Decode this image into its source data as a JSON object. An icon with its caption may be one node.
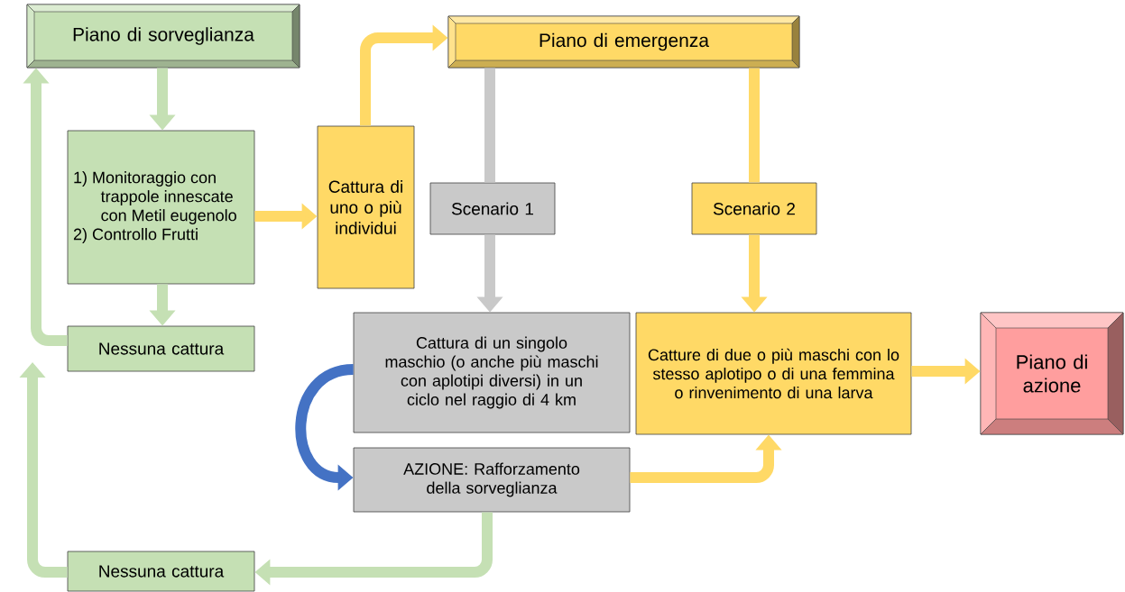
{
  "diagram": {
    "nodes": [
      {
        "text": [
          "Piano di sorveglianza"
        ]
      },
      {
        "text": [
          "1) Monitoraggio con trappole innescate con Metil eugenolo",
          "2) Controllo Frutti"
        ]
      },
      {
        "text": [
          "Cattura di uno o più individui"
        ]
      },
      {
        "text": [
          "Piano di emergenza"
        ]
      },
      {
        "text": [
          "Scenario 1"
        ]
      },
      {
        "text": [
          "Scenario 2"
        ]
      },
      {
        "text": [
          "Nessuna cattura"
        ]
      },
      {
        "text": [
          "Cattura di un singolo maschio (o anche più maschi con aplotipi diversi) in un ciclo nel raggio di 4 km"
        ]
      },
      {
        "text": [
          "Catture di due o più maschi con lo stesso aplotipo o di una femmina o rinvenimento di una larva"
        ]
      },
      {
        "text": [
          "Piano di azione"
        ]
      },
      {
        "text": [
          "AZIONE: Rafforzamento della sorveglianza"
        ]
      },
      {
        "text": [
          "Nessuna cattura"
        ]
      }
    ],
    "edges": [
      {
        "from": 0,
        "to": 1,
        "arrow": "to",
        "color": "#c5e0b4"
      },
      {
        "from": 1,
        "to": 6,
        "arrow": "to",
        "color": "#c5e0b4"
      },
      {
        "from": 6,
        "to": 0,
        "arrow": "to",
        "color": "#c5e0b4"
      },
      {
        "from": 1,
        "to": 2,
        "arrow": "to"
      },
      {
        "from": 2,
        "to": 3,
        "arrow": "to"
      },
      {
        "from": 3,
        "to": 4,
        "arrow": "none",
        "color": "#c9c9c9"
      },
      {
        "from": 4,
        "to": 7,
        "arrow": "to",
        "color": "#c9c9c9"
      },
      {
        "from": 3,
        "to": 5,
        "arrow": "none"
      },
      {
        "from": 5,
        "to": 8,
        "arrow": "to"
      },
      {
        "from": 8,
        "to": 9,
        "arrow": "to"
      },
      {
        "from": 7,
        "to": 10,
        "arrow": "to",
        "color": "#4472c4"
      },
      {
        "from": 10,
        "to": 8,
        "arrow": "to"
      },
      {
        "from": 10,
        "to": 11,
        "arrow": "to",
        "color": "#c5e0b4"
      },
      {
        "from": 11,
        "to": null,
        "arrow": "to",
        "color": "#c5e0b4"
      }
    ]
  }
}
